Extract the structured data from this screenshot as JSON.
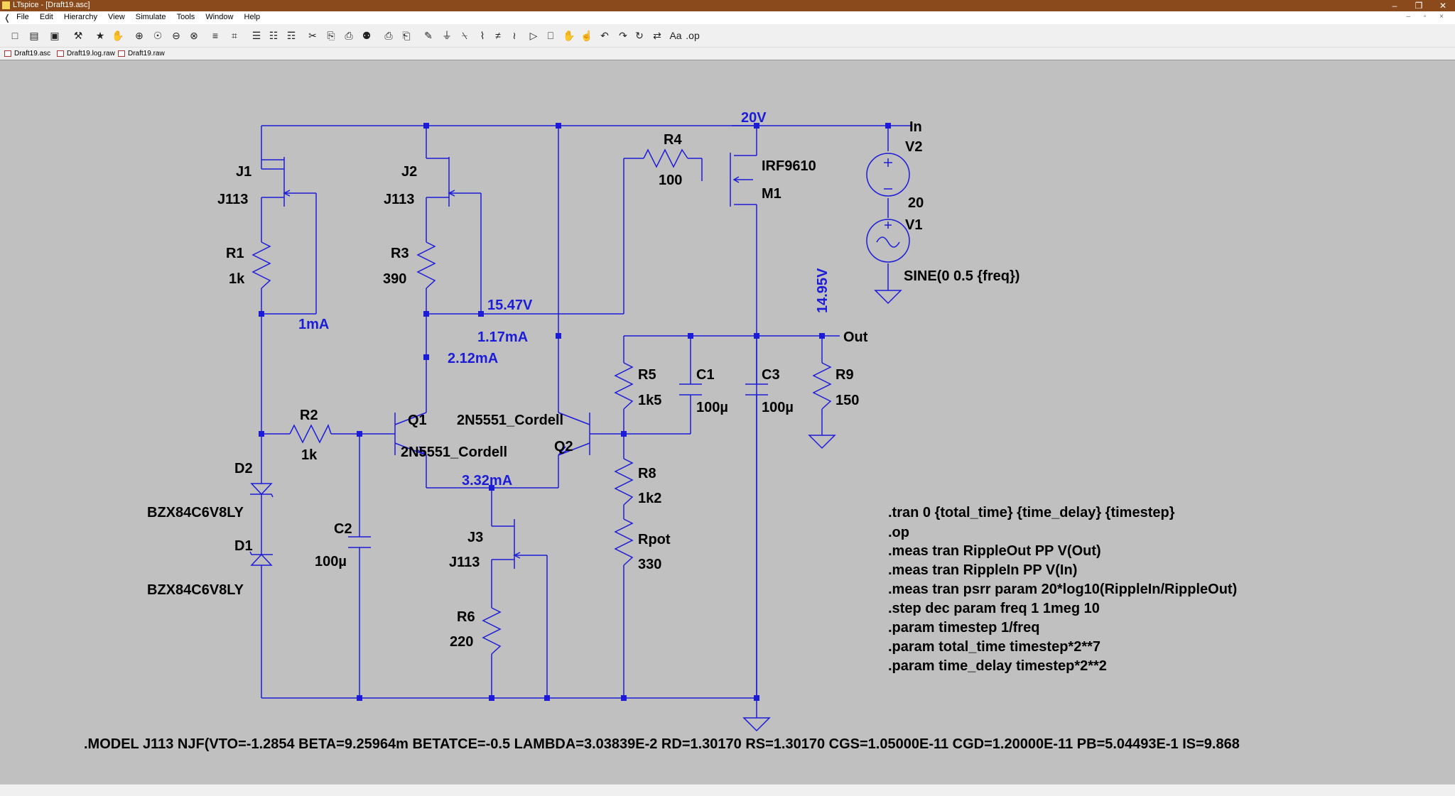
{
  "window": {
    "title": "LTspice - [Draft19.asc]",
    "minimize": "–",
    "restore": "❐",
    "close": "✕"
  },
  "menu": [
    "File",
    "Edit",
    "Hierarchy",
    "View",
    "Simulate",
    "Tools",
    "Window",
    "Help"
  ],
  "toolbar_icons": [
    "new-schematic-icon",
    "open-icon",
    "save-icon",
    "control-panel-icon",
    "run-icon",
    "halt-icon",
    "zoom-in-icon",
    "pan-icon",
    "zoom-out-icon",
    "zoom-fit-icon",
    "autorange-icon",
    "grid-icon",
    "tile-horizontal-icon",
    "tile-vertical-icon",
    "cascade-icon",
    "cut-icon",
    "copy-icon",
    "paste-icon",
    "find-icon",
    "print-icon",
    "print-preview-icon",
    "wire-icon",
    "ground-icon",
    "label-net-icon",
    "resistor-icon",
    "capacitor-icon",
    "inductor-icon",
    "diode-icon",
    "component-icon",
    "move-icon",
    "drag-icon",
    "undo-icon",
    "redo-icon",
    "rotate-icon",
    "mirror-icon",
    "text-icon",
    "spice-directive-icon"
  ],
  "tabs": [
    "Draft19.asc",
    "Draft19.log.raw",
    "Draft19.raw"
  ],
  "colors": {
    "wire": "#1c1cd8",
    "canvas": "#c0c0c0",
    "text": "#000000",
    "annotation": "#1c1cd8",
    "titlebar": "#8a4a1c"
  },
  "schematic": {
    "components": [
      {
        "ref": "J1",
        "value": "J113"
      },
      {
        "ref": "J2",
        "value": "J113"
      },
      {
        "ref": "J3",
        "value": "J113"
      },
      {
        "ref": "R1",
        "value": "1k"
      },
      {
        "ref": "R2",
        "value": "1k"
      },
      {
        "ref": "R3",
        "value": "390"
      },
      {
        "ref": "R4",
        "value": "100"
      },
      {
        "ref": "R5",
        "value": "1k5"
      },
      {
        "ref": "R6",
        "value": "220"
      },
      {
        "ref": "R8",
        "value": "1k2"
      },
      {
        "ref": "R9",
        "value": "150"
      },
      {
        "ref": "Rpot",
        "value": "330"
      },
      {
        "ref": "C1",
        "value": "100µ"
      },
      {
        "ref": "C2",
        "value": "100µ"
      },
      {
        "ref": "C3",
        "value": "100µ"
      },
      {
        "ref": "M1",
        "value": "IRF9610"
      },
      {
        "ref": "Q1",
        "value": "2N5551_Cordell"
      },
      {
        "ref": "Q2",
        "value": "2N5551_Cordell"
      },
      {
        "ref": "D1",
        "value": "BZX84C6V8LY"
      },
      {
        "ref": "D2",
        "value": "BZX84C6V8LY"
      },
      {
        "ref": "V1",
        "value": "SINE(0 0.5 {freq})"
      },
      {
        "ref": "V2",
        "value": "20"
      }
    ],
    "net_labels": {
      "in": "In",
      "out": "Out"
    },
    "annotations": {
      "v_top": "20V",
      "v_node": "15.47V",
      "v_out": "14.95V",
      "i_j1": "1mA",
      "i_r3": "1.17mA",
      "i_q1": "2.12mA",
      "i_tail": "3.32mA"
    },
    "directives": [
      ".tran 0 {total_time} {time_delay} {timestep}",
      ".op",
      ".meas tran RippleOut PP V(Out)",
      ".meas tran RippleIn PP V(In)",
      ".meas tran psrr param 20*log10(RippleIn/RippleOut)",
      ".step dec param freq 1 1meg 10",
      ".param timestep 1/freq",
      ".param total_time timestep*2**7",
      ".param time_delay timestep*2**2"
    ],
    "model": ".MODEL J113 NJF(VTO=-1.2854 BETA=9.25964m BETATCE=-0.5 LAMBDA=3.03839E-2 RD=1.30170 RS=1.30170 CGS=1.05000E-11 CGD=1.20000E-11 PB=5.04493E-1 IS=9.868"
  }
}
